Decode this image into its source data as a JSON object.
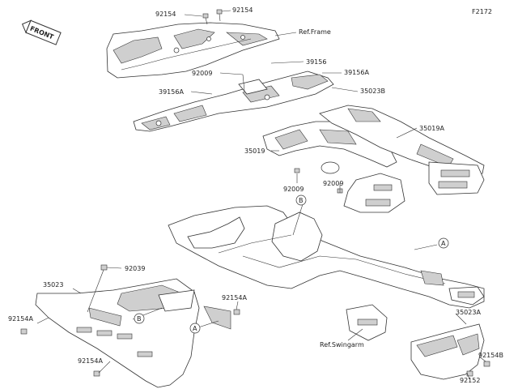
{
  "diagram_id": "F2172",
  "front_badge": "FRONT",
  "refs": {
    "frame": "Ref.Frame",
    "swingarm": "Ref.Swingarm"
  },
  "callouts": {
    "a": "A",
    "b": "B"
  },
  "parts": {
    "p92154_left": "92154",
    "p92154_right": "92154",
    "p39156": "39156",
    "p39156A_top": "39156A",
    "p92009_top": "92009",
    "p35023B": "35023B",
    "p39156A_left": "39156A",
    "p35019A": "35019A",
    "p35019": "35019",
    "p92009_mid_left": "92009",
    "p92009_mid_right": "92009",
    "p92039": "92039",
    "p35023": "35023",
    "p92154A_mid": "92154A",
    "p92154A_left": "92154A",
    "p92154A_bottom": "92154A",
    "p35023A": "35023A",
    "p92154B": "92154B",
    "p92152": "92152"
  }
}
